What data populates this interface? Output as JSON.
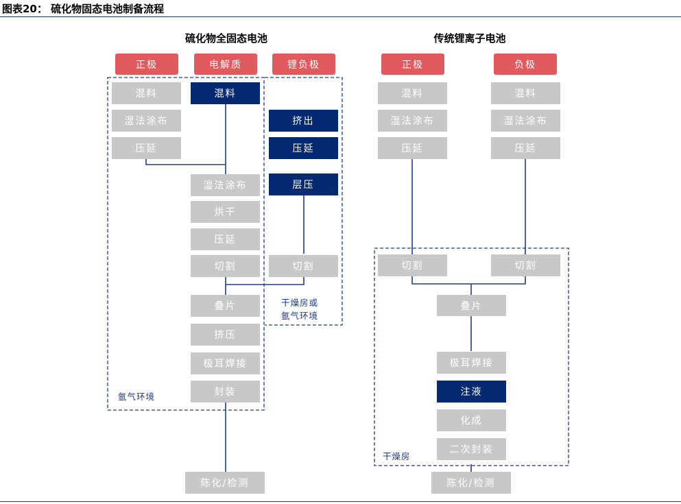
{
  "title": "图表20： 硫化物固态电池制备流程",
  "colors": {
    "electrode": "#e05a5e",
    "step": "#c8c8c8",
    "highlight": "#062a72",
    "connector": "#1f3c88"
  },
  "solid_state": {
    "heading": "硫化物全固态电池",
    "cathode": {
      "label": "正极",
      "steps": [
        "混料",
        "湿法涂布",
        "压延"
      ]
    },
    "electrolyte": {
      "label": "电解质",
      "mix": "混料",
      "steps": [
        "湿法涂布",
        "烘干",
        "压延",
        "切割"
      ]
    },
    "anode": {
      "label": "锂负极",
      "steps": [
        "挤出",
        "压延",
        "层压",
        "切割"
      ]
    },
    "assembly": [
      "叠片",
      "挤压",
      "极耳焊接",
      "封装"
    ],
    "final": "陈化/检测",
    "env_outer": "氩气环境",
    "env_anode": [
      "干燥房或",
      "氩气环境"
    ]
  },
  "li_ion": {
    "heading": "传统锂离子电池",
    "cathode": {
      "label": "正极",
      "steps": [
        "混料",
        "湿法涂布",
        "压延",
        "切割"
      ]
    },
    "anode": {
      "label": "负极",
      "steps": [
        "混料",
        "湿法涂布",
        "压延",
        "切割"
      ]
    },
    "assembly": [
      "叠片",
      "极耳焊接",
      "注液",
      "化成",
      "二次封装"
    ],
    "final": "陈化/检测",
    "env": "干燥房"
  }
}
